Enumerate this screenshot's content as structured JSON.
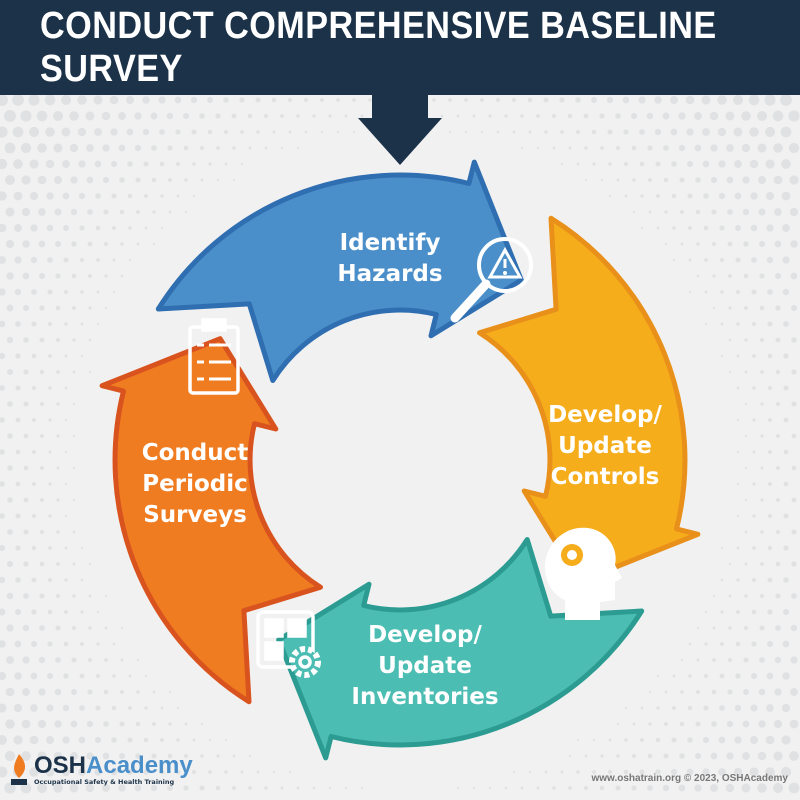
{
  "title": "CONDUCT COMPREHENSIVE BASELINE SURVEY",
  "steps": [
    {
      "label": "Identify\nHazards",
      "color": "#4a8fc9",
      "stroke": "#2f6eb0",
      "icon": "magnifier-warning-icon"
    },
    {
      "label": "Develop/\nUpdate\nControls",
      "color": "#f5ad1c",
      "stroke": "#e8901a",
      "icon": "head-lightbulb-icon"
    },
    {
      "label": "Develop/\nUpdate\nInventories",
      "color": "#4cbdb2",
      "stroke": "#2c9c92",
      "icon": "grid-gear-icon"
    },
    {
      "label": "Conduct\nPeriodic\nSurveys",
      "color": "#f07c22",
      "stroke": "#d9531e",
      "icon": "clipboard-checklist-icon"
    }
  ],
  "logo": {
    "name_part1": "OSH",
    "name_part2": "Academy",
    "tagline": "Occupational Safety & Health Training"
  },
  "footer": "www.oshatrain.org © 2023, OSHAcademy"
}
